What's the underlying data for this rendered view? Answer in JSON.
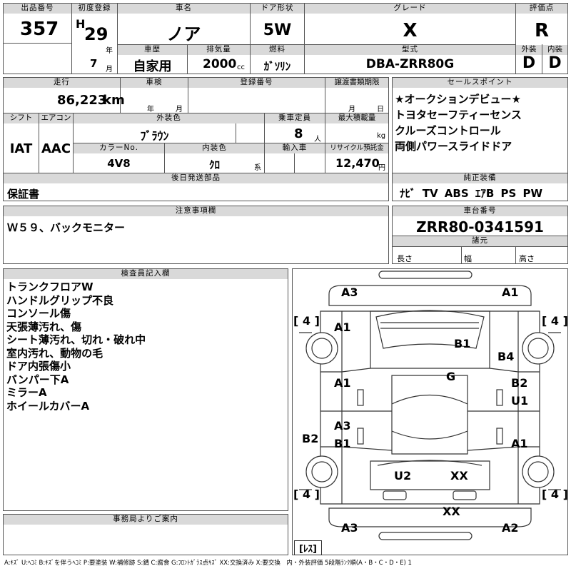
{
  "header": {
    "lot_no_label": "出品番号",
    "lot_no": "357",
    "first_reg_label": "初度登録",
    "era": "H",
    "reg_year": "29",
    "year_unit": "年",
    "reg_month": "7",
    "month_unit": "月",
    "car_name_label": "車名",
    "car_name": "ノア",
    "door_label": "ドア形状",
    "door": "5W",
    "grade_label": "グレード",
    "grade": "X",
    "score_label": "評価点",
    "score": "R",
    "history_label": "車歴",
    "history": "自家用",
    "displacement_label": "排気量",
    "displacement": "2000",
    "cc_unit": "cc",
    "fuel_label": "燃料",
    "fuel": "ｶﾞｿﾘﾝ",
    "model_label": "型式",
    "model": "DBA-ZRR80G",
    "ext_label": "外装",
    "ext": "D",
    "int_label": "内装",
    "int": "D"
  },
  "row2": {
    "mileage_label": "走行",
    "mileage": "86,223",
    "km_unit": "km",
    "inspection_label": "車検",
    "year_unit": "年",
    "month_unit": "月",
    "reg_no_label": "登録番号",
    "transfer_label": "譲渡書類期限",
    "day_unit": "日",
    "shift_label": "シフト",
    "shift": "IAT",
    "ac_label": "エアコン",
    "ac": "AAC",
    "color_label": "外装色",
    "color": "ﾌﾞﾗｳﾝ",
    "capacity_label": "乗車定員",
    "capacity": "8",
    "person_unit": "人",
    "load_label": "最大積載量",
    "kg_unit": "kg",
    "color_no_label": "カラーNo.",
    "color_no": "4V8",
    "int_color_label": "内装色",
    "int_color": "ｸﾛ",
    "int_color_unit": "系",
    "import_label": "輸入車",
    "recycle_label": "リサイクル預託金",
    "recycle": "12,470",
    "yen_unit": "円",
    "later_label": "後日発送部品",
    "later": "保証書"
  },
  "sales": {
    "label": "セールスポイント",
    "items": [
      "★オークションデビュー★",
      "トヨタセーフティーセンス",
      "クルーズコントロール",
      "両側パワースライドドア"
    ]
  },
  "equipment": {
    "label": "純正装備",
    "value": "ﾅﾋﾞ TV ABS ｴｱB PS PW"
  },
  "notes": {
    "label": "注意事項欄",
    "value": "Ｗ５９、バックモニター"
  },
  "chassis": {
    "label": "車台番号",
    "value": "ZRR80-0341591",
    "dims_label": "諸元",
    "length": "長さ",
    "width": "幅",
    "height": "高さ"
  },
  "inspector": {
    "label": "検査員記入欄",
    "items": [
      "トランクフロアW",
      "ハンドルグリップ不良",
      "コンソール傷",
      "天張薄汚れ、傷",
      "シート薄汚れ、切れ・破れ中",
      "室内汚れ、動物の毛",
      "ドア内張傷小",
      "バンパー下A",
      "ミラーA",
      "ホイールカバーA"
    ]
  },
  "office": {
    "label": "事務局よりご案内"
  },
  "diagram": {
    "marks": {
      "front_left": "A3",
      "front_right": "A1",
      "tire_fl": "[ 4 ]",
      "tire_fr": "[ 4 ]",
      "tire_rl": "[ 4 ]",
      "tire_rr": "[ 4 ]",
      "fender_l": "A1",
      "hood": "B1",
      "fender_r": "B4",
      "roof": "G",
      "door_fl": "A1",
      "door_fr1": "B2",
      "door_fr2": "U1",
      "sill_l": "B2",
      "door_rl1": "A3",
      "door_rl2": "B1",
      "door_rr": "A1",
      "tail_l": "U2",
      "tail_r": "XX",
      "rear_bumper": "XX",
      "rear_left": "A3",
      "rear_right": "A2",
      "spare": "[ﾚｽ]"
    }
  },
  "legend": "A:ｷｽﾞ U:ﾍｺﾐ B:ｷｽﾞを伴うﾍｺﾐ P:要塗装 W:補修跡 S:錆 C:腐食 G:ﾌﾛﾝﾄｶﾞﾗｽ点ｷｽﾞ XX:交換済み X:要交換　内・外装評価 5段階ﾗﾝｸ順(A・B・C・D・E) 1"
}
